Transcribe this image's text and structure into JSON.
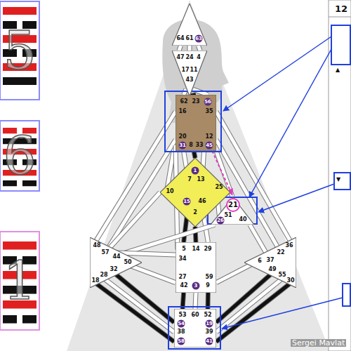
{
  "diagram": {
    "nodes": [
      {
        "text": [
          "64",
          "61",
          "63"
        ]
      },
      {
        "text": [
          "47",
          "24",
          "4",
          "17",
          "11",
          "43"
        ]
      },
      {
        "text": [
          "62",
          "23",
          "56",
          "16",
          "35",
          "20",
          "12",
          "31",
          "8",
          "33",
          "45"
        ]
      },
      {
        "text": [
          "1",
          "7",
          "13",
          "10",
          "25",
          "15",
          "46",
          "2"
        ]
      },
      {
        "text": [
          "21",
          "51",
          "26",
          "40"
        ]
      },
      {
        "text": [
          "48",
          "57",
          "44",
          "50",
          "32",
          "28",
          "18"
        ]
      },
      {
        "text": [
          "36",
          "22",
          "6",
          "37",
          "49",
          "55",
          "30"
        ]
      },
      {
        "text": [
          "5",
          "14",
          "29",
          "34",
          "27",
          "59",
          "42",
          "3",
          "9"
        ]
      },
      {
        "text": [
          "53",
          "60",
          "52",
          "54",
          "19",
          "38",
          "39",
          "58",
          "41"
        ]
      }
    ],
    "edges": [
      {
        "from": 0,
        "to": 1,
        "arrow": "none"
      },
      {
        "from": 0,
        "to": 1,
        "arrow": "none"
      },
      {
        "from": 0,
        "to": 1,
        "arrow": "none"
      },
      {
        "from": 1,
        "to": 2,
        "arrow": "none"
      },
      {
        "from": 1,
        "to": 2,
        "arrow": "none"
      },
      {
        "from": 1,
        "to": 2,
        "arrow": "none"
      },
      {
        "from": 2,
        "to": 3,
        "arrow": "none"
      },
      {
        "from": 2,
        "to": 3,
        "arrow": "none"
      },
      {
        "from": 2,
        "to": 3,
        "arrow": "none"
      },
      {
        "from": 2,
        "to": 3,
        "arrow": "none"
      },
      {
        "from": 2,
        "to": 4,
        "arrow": "none"
      },
      {
        "from": 2,
        "to": 5,
        "arrow": "none"
      },
      {
        "from": 2,
        "to": 5,
        "arrow": "none"
      },
      {
        "from": 2,
        "to": 6,
        "arrow": "none"
      },
      {
        "from": 2,
        "to": 6,
        "arrow": "none"
      },
      {
        "from": 2,
        "to": 7,
        "arrow": "none"
      },
      {
        "from": 3,
        "to": 7,
        "arrow": "none"
      },
      {
        "from": 3,
        "to": 7,
        "arrow": "none"
      },
      {
        "from": 3,
        "to": 7,
        "arrow": "none"
      },
      {
        "from": 3,
        "to": 4,
        "arrow": "none"
      },
      {
        "from": 3,
        "to": 5,
        "arrow": "none"
      },
      {
        "from": 4,
        "to": 5,
        "arrow": "none"
      },
      {
        "from": 4,
        "to": 6,
        "arrow": "none"
      },
      {
        "from": 5,
        "to": 7,
        "arrow": "none"
      },
      {
        "from": 5,
        "to": 7,
        "arrow": "none"
      },
      {
        "from": 7,
        "to": 6,
        "arrow": "none"
      },
      {
        "from": 8,
        "to": 7,
        "arrow": "none"
      },
      {
        "from": 8,
        "to": 7,
        "arrow": "none"
      },
      {
        "from": 8,
        "to": 7,
        "arrow": "none"
      },
      {
        "from": 8,
        "to": 5,
        "arrow": "none"
      },
      {
        "from": 8,
        "to": 5,
        "arrow": "none"
      },
      {
        "from": 8,
        "to": 5,
        "arrow": "none"
      },
      {
        "from": 8,
        "to": 6,
        "arrow": "none"
      },
      {
        "from": 8,
        "to": 6,
        "arrow": "none"
      },
      {
        "from": 8,
        "to": 6,
        "arrow": "none"
      },
      {
        "from": 2,
        "to": 4,
        "arrow": "to"
      }
    ],
    "labels": [
      "5",
      "6",
      "1",
      "12",
      "▲",
      "▼",
      "Sergei Mavlat"
    ]
  }
}
